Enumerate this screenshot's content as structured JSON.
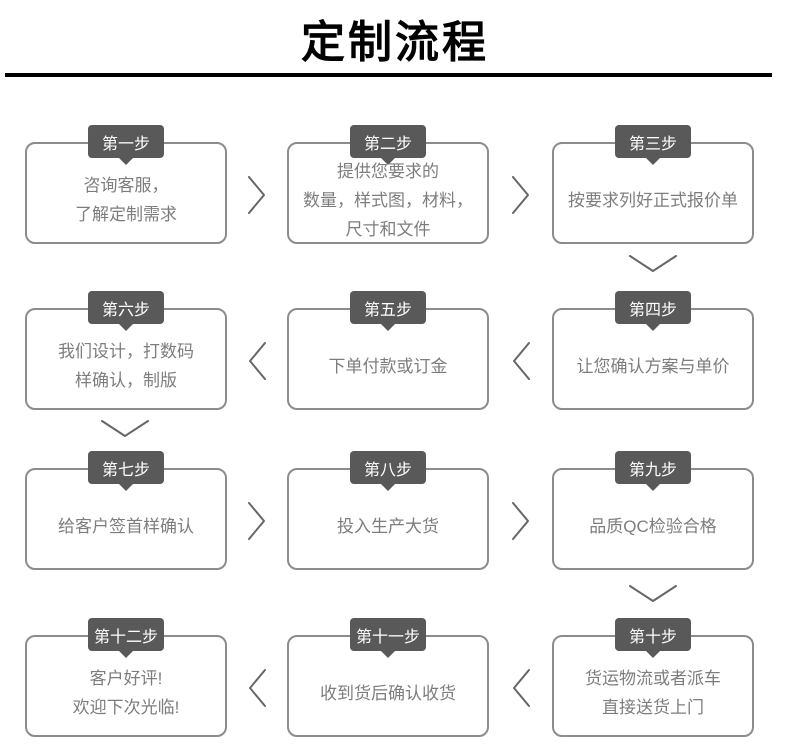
{
  "title": "定制流程",
  "steps": [
    {
      "badge": "第一步",
      "lines": [
        "咨询客服，",
        "了解定制需求"
      ]
    },
    {
      "badge": "第二步",
      "lines": [
        "提供您要求的",
        "数量，样式图，材料，",
        "尺寸和文件"
      ]
    },
    {
      "badge": "第三步",
      "lines": [
        "按要求列好正式报价单"
      ]
    },
    {
      "badge": "第四步",
      "lines": [
        "让您确认方案与单价"
      ]
    },
    {
      "badge": "第五步",
      "lines": [
        "下单付款或订金"
      ]
    },
    {
      "badge": "第六步",
      "lines": [
        "我们设计，打数码",
        "样确认，制版"
      ]
    },
    {
      "badge": "第七步",
      "lines": [
        "给客户签首样确认"
      ]
    },
    {
      "badge": "第八步",
      "lines": [
        "投入生产大货"
      ]
    },
    {
      "badge": "第九步",
      "lines": [
        "品质QC检验合格"
      ]
    },
    {
      "badge": "第十步",
      "lines": [
        "货运物流或者派车",
        "直接送货上门"
      ]
    },
    {
      "badge": "第十一步",
      "lines": [
        "收到货后确认收货"
      ]
    },
    {
      "badge": "第十二步",
      "lines": [
        "客户好评!",
        "欢迎下次光临!"
      ]
    }
  ],
  "icons": {
    "arrow_right": "chevron-right",
    "arrow_left": "chevron-left",
    "arrow_down": "chevron-down"
  },
  "colors": {
    "badge_background": "#595959",
    "badge_text": "#ffffff",
    "box_border": "#8c8c8c",
    "box_text": "#7d7d7d",
    "arrow_stroke": "#666666",
    "title_text": "#000000",
    "divider": "#000000",
    "background": "#ffffff"
  }
}
